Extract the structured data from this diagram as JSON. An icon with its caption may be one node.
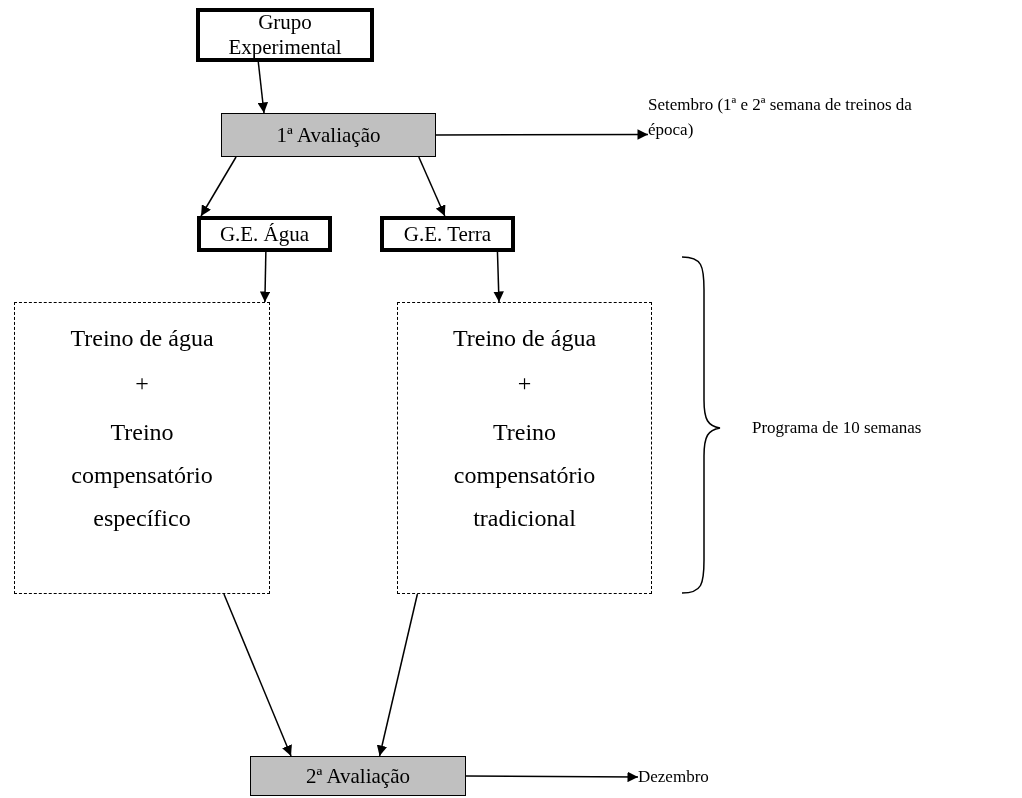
{
  "diagram": {
    "nodes": [
      {
        "text": [
          "Grupo Experimental"
        ]
      },
      {
        "text": [
          "1ª Avaliação"
        ]
      },
      {
        "text": [
          "Setembro (1ª e 2ª semana de treinos da época)"
        ]
      },
      {
        "text": [
          "G.E. Água"
        ]
      },
      {
        "text": [
          "G.E. Terra"
        ]
      },
      {
        "text": [
          "Treino de água",
          "+",
          "Treino compensatório específico"
        ]
      },
      {
        "text": [
          "Treino de água",
          "+",
          "Treino compensatório tradicional"
        ]
      },
      {
        "text": [
          "2ª Avaliação"
        ]
      },
      {
        "text": [
          "Dezembro"
        ]
      }
    ],
    "edges": [
      {
        "from": 0,
        "to": 1,
        "arrow": "to"
      },
      {
        "from": 1,
        "to": 2,
        "arrow": "to"
      },
      {
        "from": 1,
        "to": 3,
        "arrow": "to"
      },
      {
        "from": 1,
        "to": 4,
        "arrow": "to"
      },
      {
        "from": 3,
        "to": 5,
        "arrow": "to"
      },
      {
        "from": 4,
        "to": 6,
        "arrow": "to"
      },
      {
        "from": 5,
        "to": 7,
        "arrow": "to"
      },
      {
        "from": 6,
        "to": 7,
        "arrow": "to"
      },
      {
        "from": 7,
        "to": 8,
        "arrow": "to"
      }
    ],
    "labels": [
      "Programa de 10 semanas"
    ]
  }
}
